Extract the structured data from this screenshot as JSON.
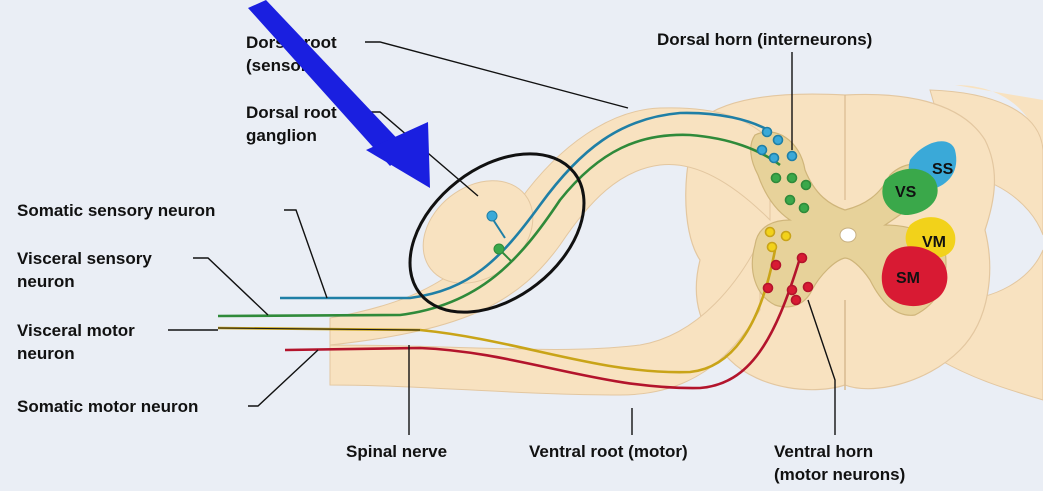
{
  "labels": {
    "dorsal_root_line1": "Dorsal root",
    "dorsal_root_line2": "(sensory)",
    "dorsal_root_ganglion_line1": "Dorsal root",
    "dorsal_root_ganglion_line2": "ganglion",
    "dorsal_horn": "Dorsal horn (interneurons)",
    "somatic_sensory": "Somatic sensory neuron",
    "visceral_sensory_line1": "Visceral sensory",
    "visceral_sensory_line2": "neuron",
    "visceral_motor_line1": "Visceral motor",
    "visceral_motor_line2": "neuron",
    "somatic_motor": "Somatic motor neuron",
    "spinal_nerve": "Spinal nerve",
    "ventral_root": "Ventral root (motor)",
    "ventral_horn_line1": "Ventral horn",
    "ventral_horn_line2": "(motor neurons)"
  },
  "regions": {
    "ss": "SS",
    "vs": "VS",
    "vm": "VM",
    "sm": "SM"
  },
  "colors": {
    "background": "#eaeef5",
    "nerve_tissue": "#f8e2c0",
    "gray_matter": "#e7d29a",
    "somatic_sensory": "#1f7fa6",
    "visceral_sensory": "#2f8a3a",
    "visceral_motor": "#c9a418",
    "somatic_motor": "#b3142c",
    "ss_region": "#3aa9d8",
    "vs_region": "#3aa84a",
    "vm_region": "#f2d21a",
    "sm_region": "#d81a33",
    "arrow": "#1a1fe0"
  }
}
